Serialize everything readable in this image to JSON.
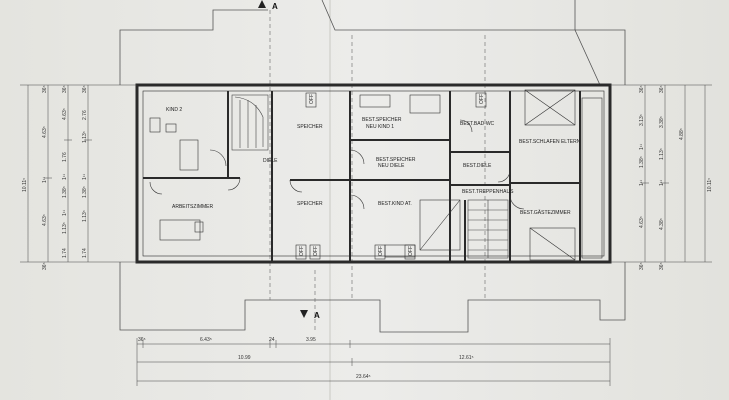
{
  "rooms": {
    "kind2": "KIND 2",
    "speicher_top": "SPEICHER",
    "best_speicher_kind1_a": "BEST.SPEICHER",
    "best_speicher_kind1_b": "NEU KIND 1",
    "best_bad": "BEST.BAD-WC",
    "best_schlafen": "BEST.SCHLAFEN ELTERN",
    "diele": "DIELE",
    "best_speicher_diele_a": "BEST.SPEICHER",
    "best_speicher_diele_b": "NEU DIELE",
    "best_diele": "BEST.DIELE",
    "best_treppenhaus": "BEST.TREPPENHAUS",
    "arbeitszimmer": "ARBEITSZIMMER",
    "speicher_bottom": "SPEICHER",
    "best_kind_at": "BEST.KIND AT.",
    "best_gaeste": "BEST.GÄSTEZIMMER"
  },
  "section_marks": {
    "top": "A",
    "bottom": "A"
  },
  "dims_bottom": {
    "d1": "36⁵",
    "d2": "6.43⁵",
    "d3": "24",
    "d4": "3.95",
    "d5": "10.99",
    "d6": "12.61⁵",
    "d7": "23.64⁵"
  },
  "dims_left": {
    "outer": "10.11⁵",
    "a1": "36⁵",
    "a2": "4.63⁵",
    "a3": "1¹¹",
    "a4": "4.63⁵",
    "a5": "36⁵",
    "b1": "36⁵",
    "b2": "4.63⁵",
    "b3": "1.76",
    "b4": "1¹¹",
    "b5": "1.38⁵",
    "b6": "1¹¹",
    "b7": "1.13⁵",
    "b8": "1.74",
    "c1": "36⁵",
    "c2": "2.76",
    "c3": "1.13⁵",
    "c4": "1¹¹",
    "c5": "1.38⁵",
    "c6": "1.13⁵",
    "c7": "1.74"
  },
  "dims_right": {
    "outer": "10.11⁵",
    "a1": "36⁵",
    "a2": "3.13⁵",
    "a3": "1¹¹",
    "a4": "1.38⁵",
    "a5": "1¹¹",
    "a6": "4.63⁵",
    "a7": "36⁵",
    "b1": "36⁵",
    "b2": "3.38⁵",
    "b3": "1.13⁵",
    "b4": "1¹¹",
    "b5": "4.38⁵",
    "b6": "36⁵",
    "c1": "4.88⁵"
  },
  "labels": {
    "off": "OFF"
  }
}
